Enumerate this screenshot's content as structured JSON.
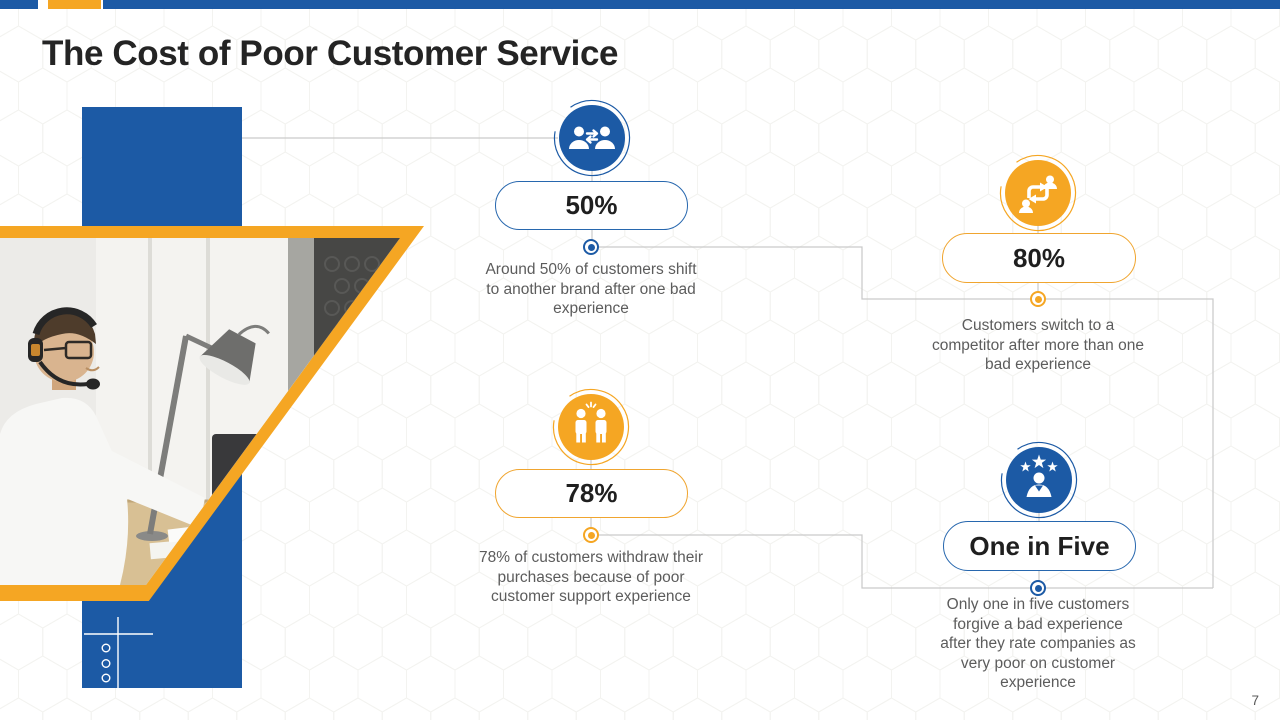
{
  "slide": {
    "title": "The Cost of Poor Customer Service",
    "page_number": "7"
  },
  "stats": [
    {
      "value": "50%",
      "icon": "people-swap-icon",
      "accent": "blue",
      "description": "Around 50% of customers shift to another brand after one bad experience"
    },
    {
      "value": "80%",
      "icon": "customer-cycle-icon",
      "accent": "orange",
      "description": "Customers switch to a competitor after more than one bad experience"
    },
    {
      "value": "78%",
      "icon": "people-argue-icon",
      "accent": "orange",
      "description": "78% of customers withdraw their purchases because of poor customer support experience"
    },
    {
      "value": "One in Five",
      "icon": "rated-person-icon",
      "accent": "blue",
      "description": "Only one in five customers forgive a bad experience after they rate companies as very poor on customer experience"
    }
  ],
  "colors": {
    "blue": "#1C5AA5",
    "orange": "#F5A623",
    "connector_line": "#C9C9C9",
    "caption_text": "#5C5C5C",
    "title_text": "#242424"
  }
}
